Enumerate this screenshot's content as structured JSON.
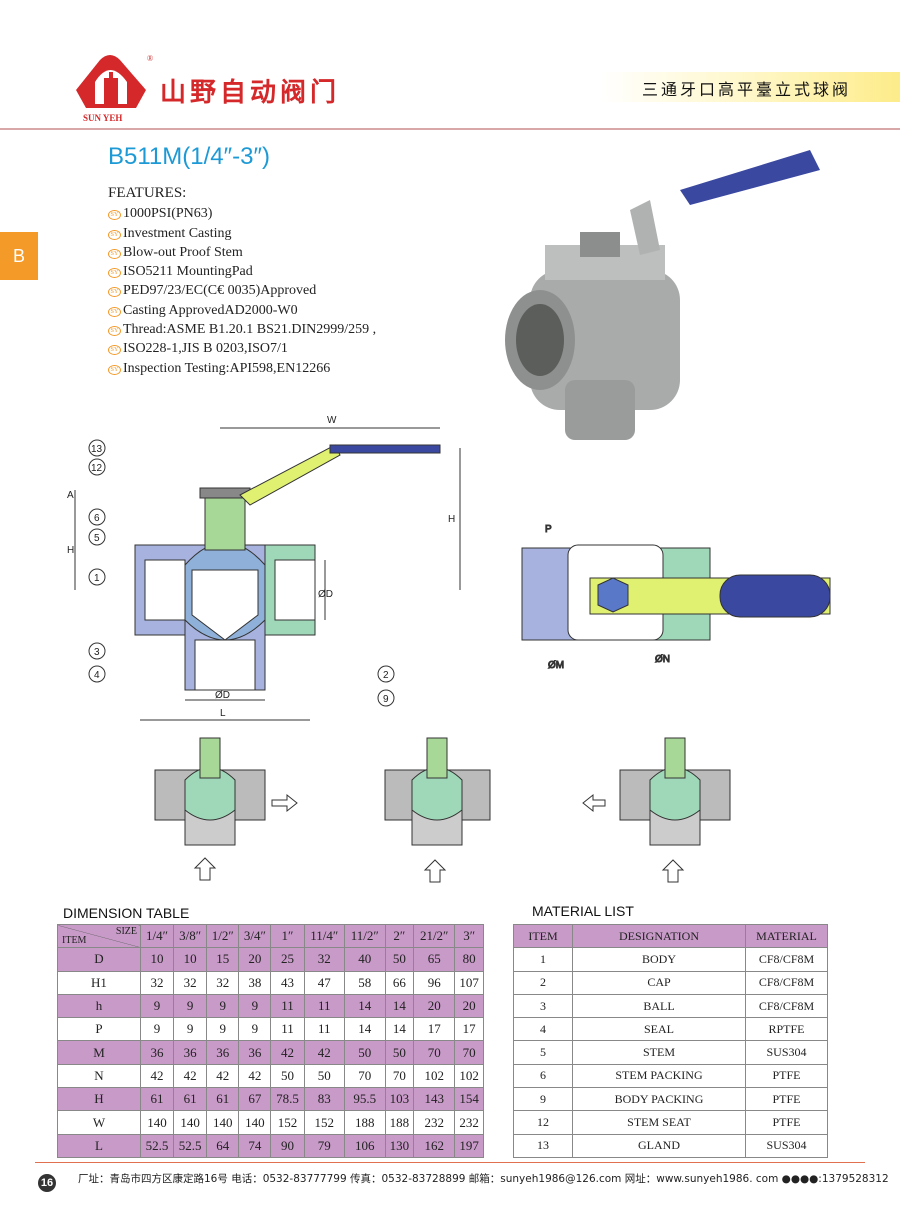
{
  "header": {
    "brand_cn": "山野自动阀门",
    "brand_en": "SUN YEH",
    "registered": "®",
    "category": "三通牙口高平臺立式球阀"
  },
  "section_tab": "B",
  "product": {
    "model": "B511M(1/4″-3″)"
  },
  "features": {
    "heading": "FEATURES:",
    "bullet": "SY",
    "items": [
      "1000PSI(PN63)",
      "Investment Casting",
      "Blow-out Proof Stem",
      "ISO5211 MountingPad",
      "PED97/23/EC(C€ 0035)Approved",
      "Casting ApprovedAD2000-W0",
      "Thread:ASME B1.20.1 BS21.DIN2999/259 ,",
      "ISO228-1,JIS B 0203,ISO7/1",
      "Inspection Testing:API598,EN12266"
    ]
  },
  "drawing": {
    "callouts": [
      "13",
      "12",
      "6",
      "5",
      "1",
      "3",
      "4",
      "2",
      "9"
    ],
    "dims": {
      "w": "W",
      "h": "H",
      "a": "A",
      "h_left": "H",
      "d_side": "ØD",
      "d_bottom": "ØD",
      "l": "L",
      "p": "P",
      "m": "ØM",
      "n": "ØN"
    }
  },
  "dimension_table": {
    "title": "DIMENSION TABLE",
    "corner_size": "SIZE",
    "corner_item": "ITEM",
    "sizes": [
      "1/4″",
      "3/8″",
      "1/2″",
      "3/4″",
      "1″",
      "11/4″",
      "11/2″",
      "2″",
      "21/2″",
      "3″"
    ],
    "rows": [
      {
        "item": "D",
        "values": [
          "10",
          "10",
          "15",
          "20",
          "25",
          "32",
          "40",
          "50",
          "65",
          "80"
        ]
      },
      {
        "item": "H1",
        "values": [
          "32",
          "32",
          "32",
          "38",
          "43",
          "47",
          "58",
          "66",
          "96",
          "107"
        ]
      },
      {
        "item": "h",
        "values": [
          "9",
          "9",
          "9",
          "9",
          "11",
          "11",
          "14",
          "14",
          "20",
          "20"
        ]
      },
      {
        "item": "P",
        "values": [
          "9",
          "9",
          "9",
          "9",
          "11",
          "11",
          "14",
          "14",
          "17",
          "17"
        ]
      },
      {
        "item": "M",
        "values": [
          "36",
          "36",
          "36",
          "36",
          "42",
          "42",
          "50",
          "50",
          "70",
          "70"
        ]
      },
      {
        "item": "N",
        "values": [
          "42",
          "42",
          "42",
          "42",
          "50",
          "50",
          "70",
          "70",
          "102",
          "102"
        ]
      },
      {
        "item": "H",
        "values": [
          "61",
          "61",
          "61",
          "67",
          "78.5",
          "83",
          "95.5",
          "103",
          "143",
          "154"
        ]
      },
      {
        "item": "W",
        "values": [
          "140",
          "140",
          "140",
          "140",
          "152",
          "152",
          "188",
          "188",
          "232",
          "232"
        ]
      },
      {
        "item": "L",
        "values": [
          "52.5",
          "52.5",
          "64",
          "74",
          "90",
          "79",
          "106",
          "130",
          "162",
          "197"
        ]
      }
    ]
  },
  "material_list": {
    "title": "MATERIAL LIST",
    "headers": [
      "ITEM",
      "DESIGNATION",
      "MATERIAL"
    ],
    "rows": [
      [
        "1",
        "BODY",
        "CF8/CF8M"
      ],
      [
        "2",
        "CAP",
        "CF8/CF8M"
      ],
      [
        "3",
        "BALL",
        "CF8/CF8M"
      ],
      [
        "4",
        "SEAL",
        "RPTFE"
      ],
      [
        "5",
        "STEM",
        "SUS304"
      ],
      [
        "6",
        "STEM PACKING",
        "PTFE"
      ],
      [
        "9",
        "BODY PACKING",
        "PTFE"
      ],
      [
        "12",
        "STEM SEAT",
        "PTFE"
      ],
      [
        "13",
        "GLAND",
        "SUS304"
      ]
    ]
  },
  "footer": {
    "page": "16",
    "text": "厂址：青岛市四方区康定路16号 电话：0532-83777799 传真：0532-83728899 邮箱：sunyeh1986@126.com 网址：www.sunyeh1986. com ●●●●:1379528312"
  },
  "colors": {
    "brand_red": "#d4282a",
    "title_blue": "#1d9ad6",
    "tab_orange": "#f39a28",
    "table_purple": "#c89ac8"
  }
}
